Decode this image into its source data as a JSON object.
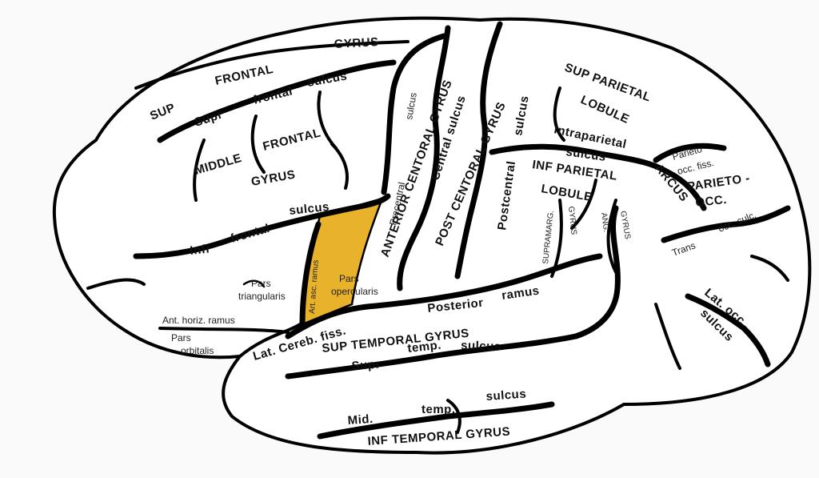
{
  "colors": {
    "background": "#fafafa",
    "brain_fill": "#ffffff",
    "outline": "#000000",
    "highlight": "#e8b22a",
    "text": "#111111"
  },
  "labels": {
    "gyrus_top": "GYRUS",
    "frontal_top": "FRONTAL",
    "sup": "SUP",
    "sulcus_upper": "sulcus",
    "supr": "Supr",
    "frontal_small": "frontal",
    "middle": "MIDDLE",
    "frontal_mid": "FRONTAL",
    "gyrus_mid": "GYRUS",
    "sulcus_infr": "sulcus",
    "infr": "Infr",
    "frontal_infr": "frontal",
    "precentral": "Precentral",
    "sulcus_prec": "sulcus",
    "anterior_centoral_gyrus": "ANTERIOR CENTORAL GYRUS",
    "central_sulcus": "Central sulcus",
    "post_centoral_gyrus": "POST CENTORAL GYRUS",
    "postcentral": "Postcentral",
    "sulcus_postc": "sulcus",
    "sup_parietal": "SUP PARIETAL",
    "lobule_sup": "LOBULE",
    "intraparietal": "Intraparietal",
    "sulcus_intrap": "sulcus",
    "inf_parietal": "INF PARIETAL",
    "lobule_inf": "LOBULE",
    "supramarg": "SUPRAMARG.",
    "gyrus_supram": "GYRUS",
    "ang": "ANG.",
    "gyrus_ang": "GYRUS",
    "arcus": "ARCUS",
    "parieto_occ_fiss": "Parieto",
    "occ_fiss": "occ. fiss.",
    "parieto_occ": "PARIETO -",
    "occ": "OCC.",
    "trans": "Trans",
    "occ_sulc": "occ. sulc.",
    "lat_occ": "Lat. occ.",
    "sulcus_latocc": "sulcus",
    "pars_triangularis_1": "Pars",
    "pars_triangularis_2": "triangularis",
    "pars_opercularis_1": "Pars",
    "pars_opercularis_2": "opercularis",
    "art_asc_ramus": "Art. asc. ramus",
    "ant_horiz_ramus": "Ant. horiz. ramus",
    "pars_orbitalis_1": "Pars",
    "pars_orbitalis_2": "orbitalis",
    "lat_cereb_fiss": "Lat. Cereb. fiss.",
    "posterior": "Posterior",
    "ramus": "ramus",
    "sup_temporal_gyrus": "SUP TEMPORAL GYRUS",
    "supr_temp": "Supr",
    "temp_upper": "temp.",
    "sulcus_suptemp": "sulcus",
    "mid": "Mid.",
    "temp_lower": "temp.",
    "sulcus_midtemp": "sulcus",
    "inf_temporal_gyrus": "INF TEMPORAL GYRUS"
  }
}
